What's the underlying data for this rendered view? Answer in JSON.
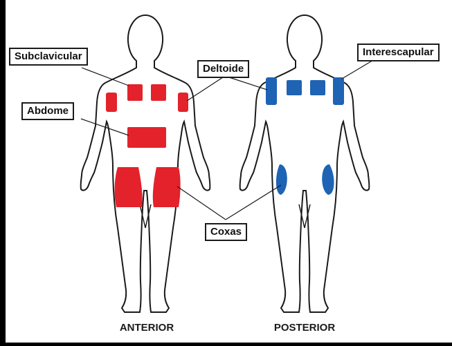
{
  "colors": {
    "background": "#000000",
    "panel": "#ffffff",
    "outline": "#1a1a1a",
    "anterior_sites": "#e3222b",
    "posterior_sites": "#1e63b4"
  },
  "labels": {
    "subclavicular": "Subclavicular",
    "abdome": "Abdome",
    "deltoide": "Deltoide",
    "interescapular": "Interescapular",
    "coxas": "Coxas"
  },
  "views": {
    "anterior": "ANTERIOR",
    "posterior": "POSTERIOR"
  }
}
